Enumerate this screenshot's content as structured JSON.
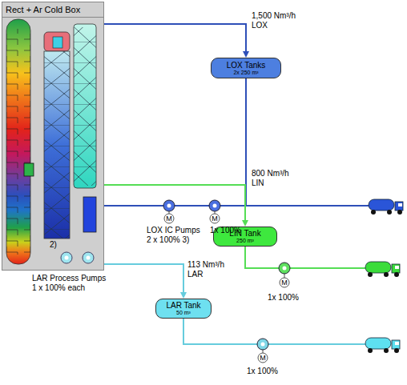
{
  "diagram": {
    "nodes": [
      {
        "text": [
          "Rect + Ar Cold Box"
        ]
      },
      {
        "text": [
          "LOX Tanks",
          "2x 250 m³"
        ]
      },
      {
        "text": [
          "LIN Tank",
          "250 m³"
        ]
      },
      {
        "text": [
          "LAR Tank",
          "50 m³"
        ]
      }
    ],
    "edges": [
      {
        "from": 0,
        "to": 1,
        "arrow": "to"
      },
      {
        "from": 0,
        "to": 2,
        "arrow": "to"
      },
      {
        "from": 0,
        "to": 3,
        "arrow": "to"
      }
    ],
    "labels": [
      "1,500 Nm³/h LOX",
      "LOX IC Pumps 2 x 100% 3)",
      "1x 100%",
      "800 Nm³/h LIN",
      "1x 100%",
      "113 Nm³/h LAR",
      "1x 100%",
      "LAR Process Pumps 1 x 100% each",
      "2)",
      "M",
      "M",
      "M",
      "M"
    ]
  }
}
